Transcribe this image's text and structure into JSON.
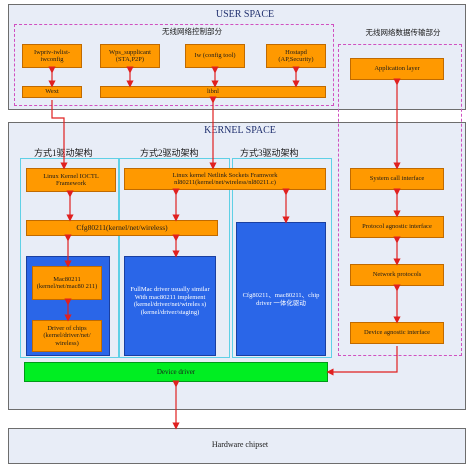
{
  "user_space": {
    "title": "USER SPACE",
    "subtitle": "无线网络控制部分"
  },
  "data_path": {
    "title": "无线网络数据传输部分"
  },
  "kernel_space": {
    "title": "KERNEL SPACE"
  },
  "user_tools": [
    {
      "label": "Iwpriv-iwlist-iwconfig"
    },
    {
      "label": "Wps_supplicant (STA,P2P)"
    },
    {
      "label": "Iw (config tool)"
    },
    {
      "label": "Hostapd (AP,Security)"
    }
  ],
  "wext": {
    "label": "Wext"
  },
  "libnl": {
    "label": "libnl"
  },
  "methods": {
    "m1": "方式1驱动架构",
    "m2": "方式2驱动架构",
    "m3": "方式3驱动架构"
  },
  "ioctl": {
    "label": "Linux Kernel IOCTL Framework"
  },
  "netlink": {
    "label": "Linux kernel Netlink Sockets Framwork nl80211(kernel/net/wireless/nl80211.c)"
  },
  "cfg80211": {
    "label": "Cfg80211(kernel/net/wireless)"
  },
  "mac80211": {
    "label": "Mac80211 (kernel/net/mac80 211)"
  },
  "chips": {
    "label": "Driver of chips (kernel/driver/net/ wireless)"
  },
  "fullmac": {
    "label": "FullMac driver usually similar With mac80211 implement (kernel/driver/net/wireles s) (kernel/driver/staging)"
  },
  "m3_driver": {
    "label": "Cfg80211、mac80211、chip driver 一体化驱动"
  },
  "device_driver": {
    "label": "Device driver"
  },
  "hardware": {
    "label": "Hardware chipset"
  },
  "stack": [
    {
      "label": "Application layer"
    },
    {
      "label": "System call interface"
    },
    {
      "label": "Protocol agnostic interface"
    },
    {
      "label": "Network protocols"
    },
    {
      "label": "Device agnostic interface"
    }
  ],
  "colors": {
    "orange": "#ff9900",
    "blue": "#2a66e8",
    "green": "#00ee22",
    "arrow": "#e02020",
    "region": "#e8edf7"
  }
}
